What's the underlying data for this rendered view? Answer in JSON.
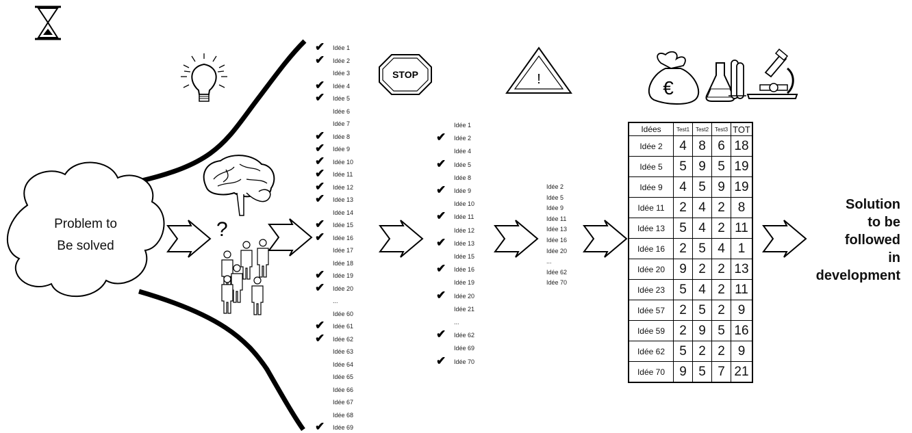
{
  "problem": {
    "line1": "Problem to",
    "line2": "Be solved"
  },
  "stop_sign_text": "STOP",
  "warning_symbol": "!",
  "currency_symbol": "€",
  "question_mark": "?",
  "icons": [
    "hourglass-icon",
    "lightbulb-icon",
    "brain-icon",
    "people-group-icon",
    "stop-sign-icon",
    "warning-triangle-icon",
    "money-bag-icon",
    "lab-flasks-icon",
    "microscope-icon",
    "arrow-icon"
  ],
  "ideas_all": [
    {
      "label": "Idée 1",
      "checked": true
    },
    {
      "label": "Idée 2",
      "checked": true
    },
    {
      "label": "Idée 3",
      "checked": false
    },
    {
      "label": "Idée 4",
      "checked": true
    },
    {
      "label": "Idée 5",
      "checked": true
    },
    {
      "label": "Idée 6",
      "checked": false
    },
    {
      "label": "Idée 7",
      "checked": false
    },
    {
      "label": "Idée 8",
      "checked": true
    },
    {
      "label": "Idée 9",
      "checked": true
    },
    {
      "label": "Idée 10",
      "checked": true
    },
    {
      "label": "Idée 11",
      "checked": true
    },
    {
      "label": "Idée 12",
      "checked": true
    },
    {
      "label": "Idée 13",
      "checked": true
    },
    {
      "label": "Idée 14",
      "checked": false
    },
    {
      "label": "Idée 15",
      "checked": true
    },
    {
      "label": "Idée 16",
      "checked": true
    },
    {
      "label": "Idée 17",
      "checked": false
    },
    {
      "label": "Idée 18",
      "checked": false
    },
    {
      "label": "Idée 19",
      "checked": true
    },
    {
      "label": "Idée 20",
      "checked": true
    },
    {
      "label": "...",
      "checked": false
    },
    {
      "label": "Idée 60",
      "checked": false
    },
    {
      "label": "Idée 61",
      "checked": true
    },
    {
      "label": "Idée 62",
      "checked": true
    },
    {
      "label": "Idée 63",
      "checked": false
    },
    {
      "label": "Idée 64",
      "checked": false
    },
    {
      "label": "Idée 65",
      "checked": false
    },
    {
      "label": "Idée 66",
      "checked": false
    },
    {
      "label": "Idée 67",
      "checked": false
    },
    {
      "label": "Idée 68",
      "checked": false
    },
    {
      "label": "Idée 69",
      "checked": true
    }
  ],
  "ideas_filtered": [
    {
      "label": "Idée 1",
      "checked": false
    },
    {
      "label": "Idée 2",
      "checked": true
    },
    {
      "label": "Idée 4",
      "checked": false
    },
    {
      "label": "Idée 5",
      "checked": true
    },
    {
      "label": "Idée 8",
      "checked": false
    },
    {
      "label": "Idée 9",
      "checked": true
    },
    {
      "label": "Idée 10",
      "checked": false
    },
    {
      "label": "Idée 11",
      "checked": true
    },
    {
      "label": "Idée 12",
      "checked": false
    },
    {
      "label": "Idée 13",
      "checked": true
    },
    {
      "label": "Idée 15",
      "checked": false
    },
    {
      "label": "Idée 16",
      "checked": true
    },
    {
      "label": "Idée 19",
      "checked": false
    },
    {
      "label": "Idée 20",
      "checked": true
    },
    {
      "label": "Idée 21",
      "checked": false
    },
    {
      "label": "...",
      "checked": false
    },
    {
      "label": "Idée 62",
      "checked": true
    },
    {
      "label": "Idée 69",
      "checked": false
    },
    {
      "label": "Idée 70",
      "checked": true
    }
  ],
  "ideas_selected": [
    "Idée 2",
    "Idée 5",
    "Idée 9",
    "Idée 11",
    "Idée 13",
    "Idée 16",
    "Idée 20",
    "...",
    "Idée 62",
    "Idée 70"
  ],
  "score_table": {
    "headers": [
      "Idées",
      "Test1",
      "Test2",
      "Test3",
      "TOT"
    ],
    "rows": [
      [
        "Idée 2",
        "4",
        "8",
        "6",
        "18"
      ],
      [
        "Idée 5",
        "5",
        "9",
        "5",
        "19"
      ],
      [
        "Idée 9",
        "4",
        "5",
        "9",
        "19"
      ],
      [
        "Idée 11",
        "2",
        "4",
        "2",
        "8"
      ],
      [
        "Idée 13",
        "5",
        "4",
        "2",
        "11"
      ],
      [
        "Idée 16",
        "2",
        "5",
        "4",
        "1"
      ],
      [
        "Idée 20",
        "9",
        "2",
        "2",
        "13"
      ],
      [
        "Idée 23",
        "5",
        "4",
        "2",
        "11"
      ],
      [
        "Idée 57",
        "2",
        "5",
        "2",
        "9"
      ],
      [
        "Idée 59",
        "2",
        "9",
        "5",
        "16"
      ],
      [
        "Idée 62",
        "5",
        "2",
        "2",
        "9"
      ],
      [
        "Idée 70",
        "9",
        "5",
        "7",
        "21"
      ]
    ]
  },
  "solution_lines": [
    "Solution",
    "to be",
    "followed",
    "in",
    "development"
  ]
}
